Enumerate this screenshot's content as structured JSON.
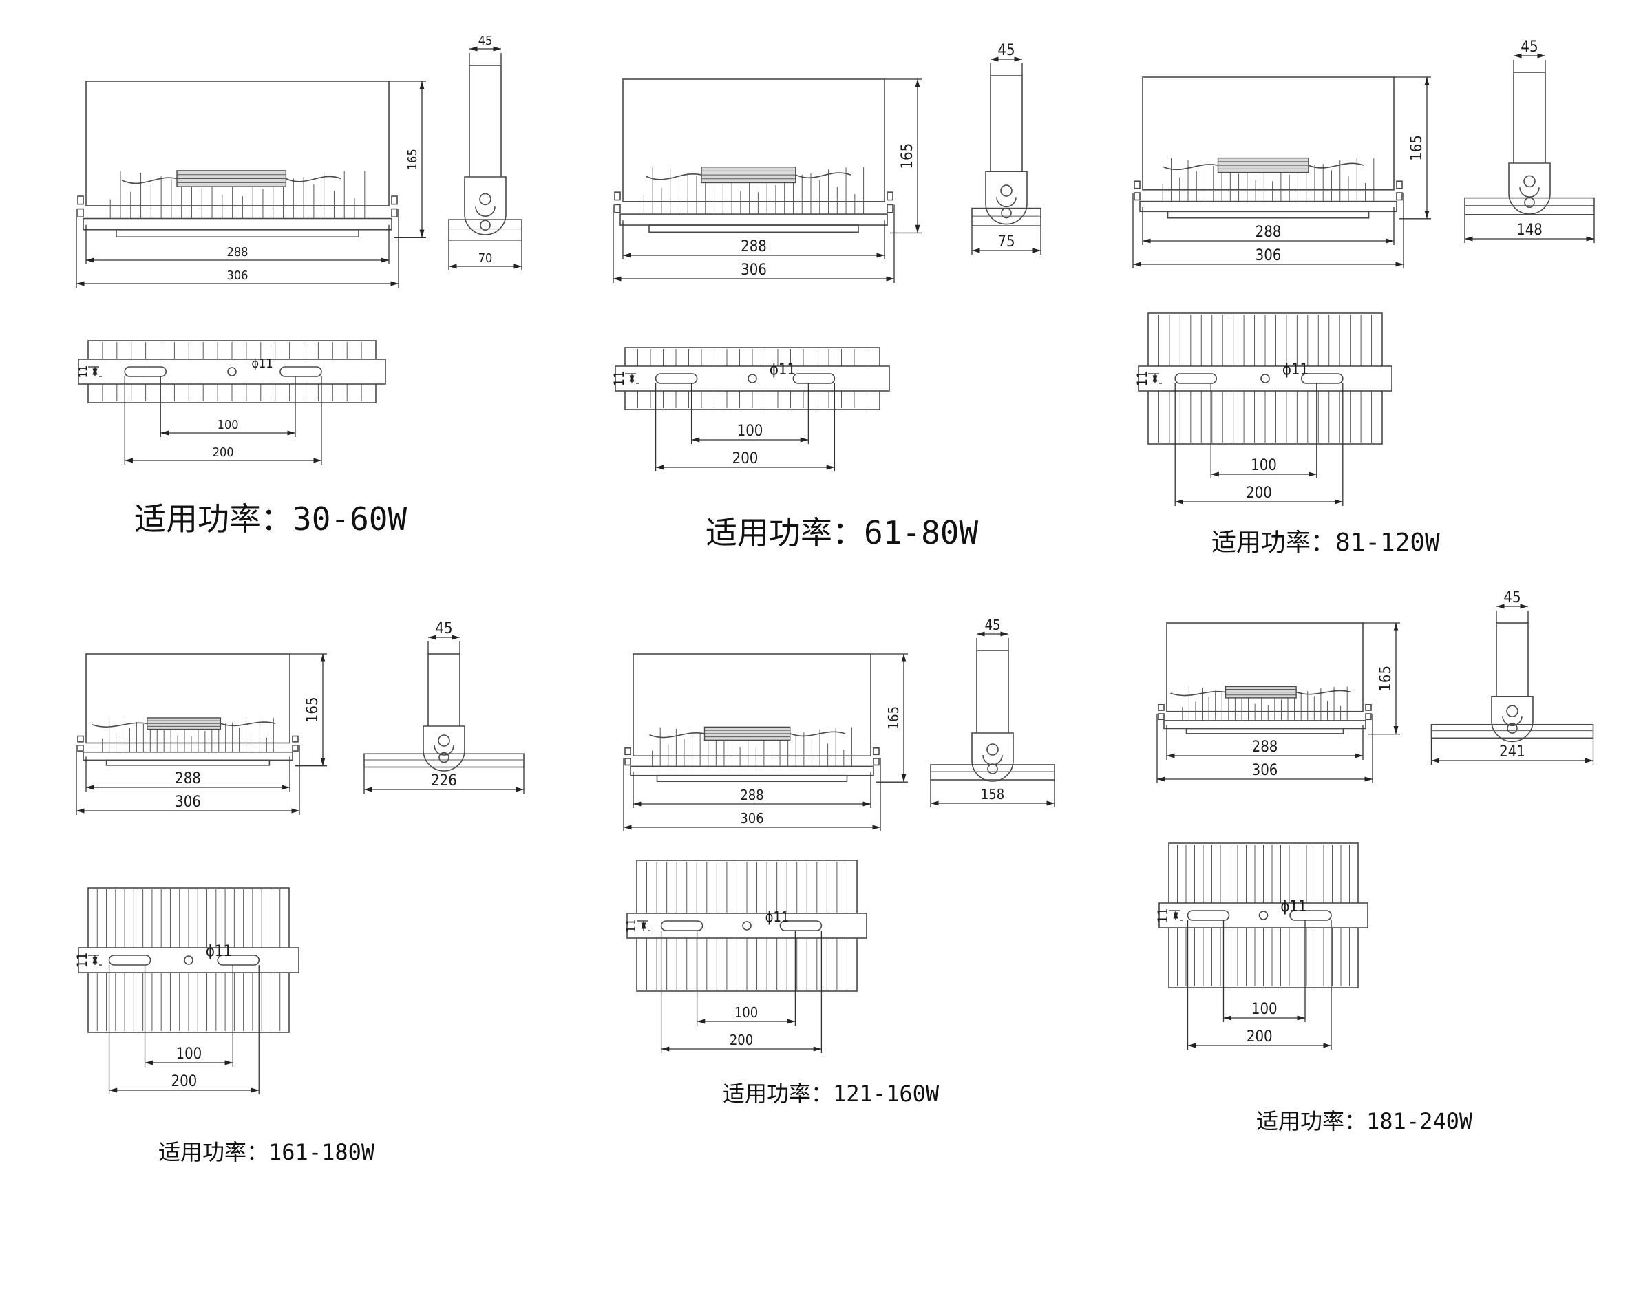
{
  "caption_prefix": "适用功率：",
  "diagrams": [
    {
      "id": "d1",
      "power": "30-60W",
      "dims": {
        "w_outer": "306",
        "w_inner": "288",
        "height": "165",
        "side_top": "45",
        "side_base": "70",
        "hole": "ϕ11",
        "slot": "11",
        "spacing_a": "100",
        "spacing_b": "200"
      },
      "plan_modules": 1
    },
    {
      "id": "d2",
      "power": "61-80W",
      "dims": {
        "w_outer": "306",
        "w_inner": "288",
        "height": "165",
        "side_top": "45",
        "side_base": "75",
        "hole": "ϕ11",
        "slot": "11",
        "spacing_a": "100",
        "spacing_b": "200"
      },
      "plan_modules": 1
    },
    {
      "id": "d3",
      "power": "81-120W",
      "dims": {
        "w_outer": "306",
        "w_inner": "288",
        "height": "165",
        "side_top": "45",
        "side_base": "148",
        "hole": "ϕ11",
        "slot": "11",
        "spacing_a": "100",
        "spacing_b": "200"
      },
      "plan_modules": 2
    },
    {
      "id": "d4",
      "power": "161-180W",
      "dims": {
        "w_outer": "306",
        "w_inner": "288",
        "height": "165",
        "side_top": "45",
        "side_base": "226",
        "hole": "ϕ11",
        "slot": "11",
        "spacing_a": "100",
        "spacing_b": "200"
      },
      "plan_modules": 3
    },
    {
      "id": "d5",
      "power": "121-160W",
      "dims": {
        "w_outer": "306",
        "w_inner": "288",
        "height": "165",
        "side_top": "45",
        "side_base": "158",
        "hole": "ϕ11",
        "slot": "11",
        "spacing_a": "100",
        "spacing_b": "200"
      },
      "plan_modules": 2
    },
    {
      "id": "d6",
      "power": "181-240W",
      "dims": {
        "w_outer": "306",
        "w_inner": "288",
        "height": "165",
        "side_top": "45",
        "side_base": "241",
        "hole": "ϕ11",
        "slot": "11",
        "spacing_a": "100",
        "spacing_b": "200"
      },
      "plan_modules": 3
    }
  ]
}
